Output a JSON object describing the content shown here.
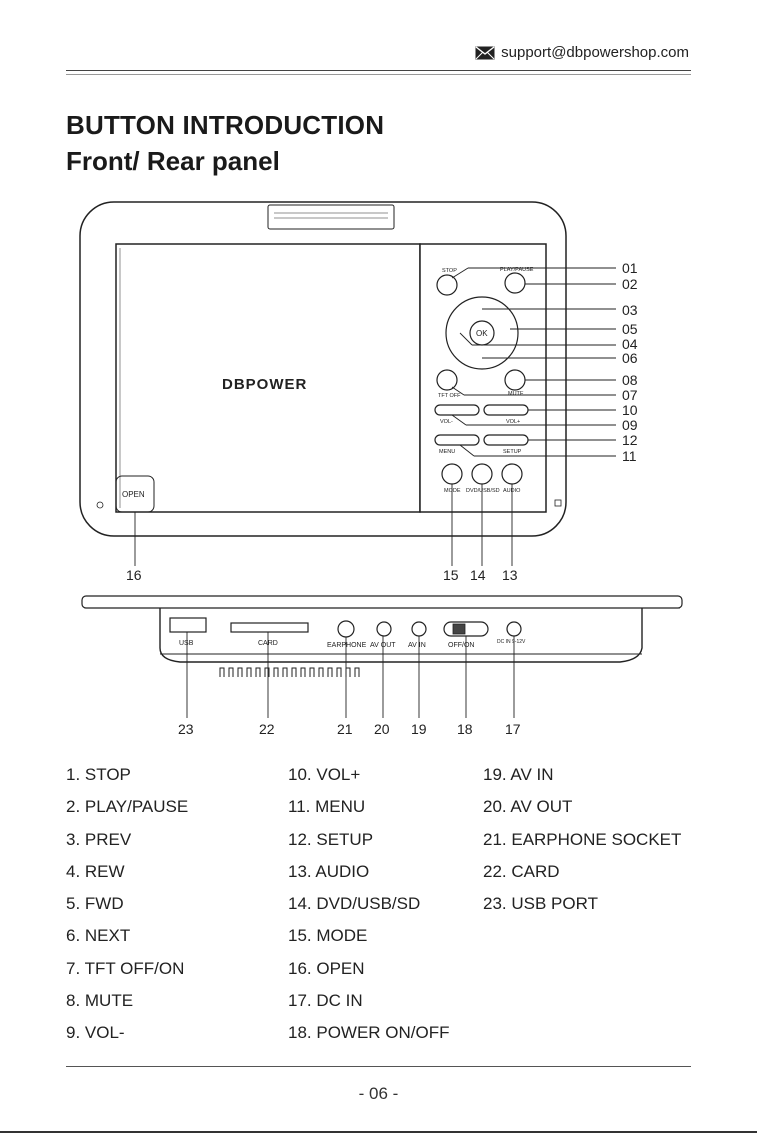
{
  "header": {
    "email": "support@dbpowershop.com",
    "email_icon": "envelope-icon"
  },
  "title": {
    "main": "BUTTON INTRODUCTION",
    "sub": "Front/ Rear panel"
  },
  "front_panel": {
    "brand": "DBPOWER",
    "open_label": "OPEN",
    "printed": {
      "stop": "STOP",
      "play_pause": "PLAY/PAUSE",
      "ok": "OK",
      "tft_off": "TFT OFF",
      "mute": "MUTE",
      "vol_minus": "VOL-",
      "vol_plus": "VOL+",
      "menu": "MENU",
      "setup": "SETUP",
      "mode": "MODE",
      "dvd_usb_sd": "DVD/USB/SD",
      "audio": "AUDIO"
    },
    "callouts": [
      "01",
      "02",
      "03",
      "05",
      "04",
      "06",
      "08",
      "07",
      "10",
      "09",
      "12",
      "11"
    ],
    "bottom_callouts": [
      "16",
      "15",
      "14",
      "13"
    ]
  },
  "rear_panel": {
    "printed": {
      "usb": "USB",
      "card": "CARD",
      "earphone": "EARPHONE",
      "av_out": "AV OUT",
      "av_in": "AV IN",
      "off_on": "OFF/ON",
      "dc_in": "DC IN 9-12V"
    },
    "callouts": [
      "23",
      "22",
      "21",
      "20",
      "19",
      "18",
      "17"
    ]
  },
  "legend": {
    "col1": [
      "1. STOP",
      "2. PLAY/PAUSE",
      "3. PREV",
      "4. REW",
      "5. FWD",
      "6. NEXT",
      "7. TFT OFF/ON",
      "8. MUTE",
      "9. VOL-"
    ],
    "col2": [
      "10. VOL+",
      "11. MENU",
      "12. SETUP",
      "13. AUDIO",
      "14. DVD/USB/SD",
      "15. MODE",
      "16. OPEN",
      "17. DC IN",
      "18. POWER ON/OFF"
    ],
    "col3": [
      "19. AV IN",
      "20. AV OUT",
      "21. EARPHONE SOCKET",
      "22. CARD",
      "23. USB PORT"
    ]
  },
  "footer": {
    "page": "- 06 -"
  }
}
